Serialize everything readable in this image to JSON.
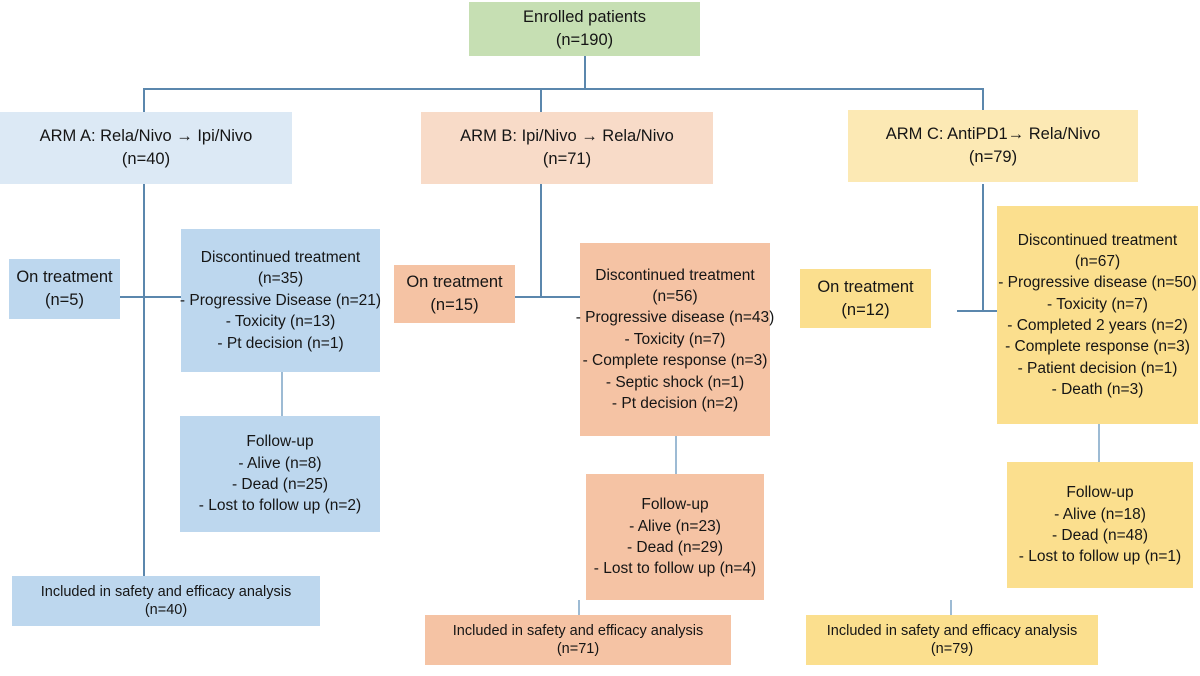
{
  "diagram": {
    "title": "CONSORT-style patient flow diagram",
    "colors": {
      "enrolled": "#c6dfb3",
      "arm_a": "#dce9f5",
      "arm_a_box": "#bdd7ee",
      "arm_b": "#f8dbc8",
      "arm_b_box": "#f5c3a4",
      "arm_c": "#fce9b4",
      "arm_c_box": "#fbdf8e",
      "connector": "#5b87ad"
    }
  },
  "enrolled": {
    "label": "Enrolled patients",
    "count": "(n=190)"
  },
  "arms": {
    "a": {
      "header": {
        "label": "ARM A: Rela/Nivo → Ipi/Nivo",
        "count": "(n=40)"
      },
      "on_treatment": {
        "label": "On treatment",
        "count": "(n=5)"
      },
      "discontinued": {
        "label": "Discontinued treatment",
        "count": "(n=35)",
        "reasons": [
          "- Progressive Disease (n=21)",
          "-        Toxicity (n=13)",
          "-        Pt decision (n=1)"
        ]
      },
      "followup": {
        "label": "Follow-up",
        "items": [
          "- Alive (n=8)",
          "- Dead (n=25)",
          "- Lost to follow up (n=2)"
        ]
      },
      "analysis": {
        "label": "Included in safety and efficacy analysis",
        "count": "(n=40)"
      }
    },
    "b": {
      "header": {
        "label": "ARM B: Ipi/Nivo → Rela/Nivo",
        "count": "(n=71)"
      },
      "on_treatment": {
        "label": "On treatment",
        "count": "(n=15)"
      },
      "discontinued": {
        "label": "Discontinued treatment",
        "count": "(n=56)",
        "reasons": [
          "- Progressive disease (n=43)",
          "- Toxicity (n=7)",
          "- Complete response (n=3)",
          "-      Septic shock (n=1)",
          "-      Pt decision (n=2)"
        ]
      },
      "followup": {
        "label": "Follow-up",
        "items": [
          "- Alive (n=23)",
          "- Dead (n=29)",
          "- Lost to follow up (n=4)"
        ]
      },
      "analysis": {
        "label": "Included in safety and efficacy analysis",
        "count": "(n=71)"
      }
    },
    "c": {
      "header": {
        "label": "ARM C: AntiPD1→ Rela/Nivo",
        "count": "(n=79)"
      },
      "on_treatment": {
        "label": "On treatment",
        "count": "(n=12)"
      },
      "discontinued": {
        "label": "Discontinued treatment",
        "count": "(n=67)",
        "reasons": [
          "- Progressive disease (n=50)",
          "- Toxicity (n=7)",
          "-      Completed 2 years (n=2)",
          "- Complete response (n=3)",
          "- Patient decision (n=1)",
          "- Death (n=3)"
        ]
      },
      "followup": {
        "label": "Follow-up",
        "items": [
          "- Alive (n=18)",
          "- Dead (n=48)",
          "- Lost to follow up (n=1)"
        ]
      },
      "analysis": {
        "label": "Included in safety and efficacy analysis",
        "count": "(n=79)"
      }
    }
  }
}
